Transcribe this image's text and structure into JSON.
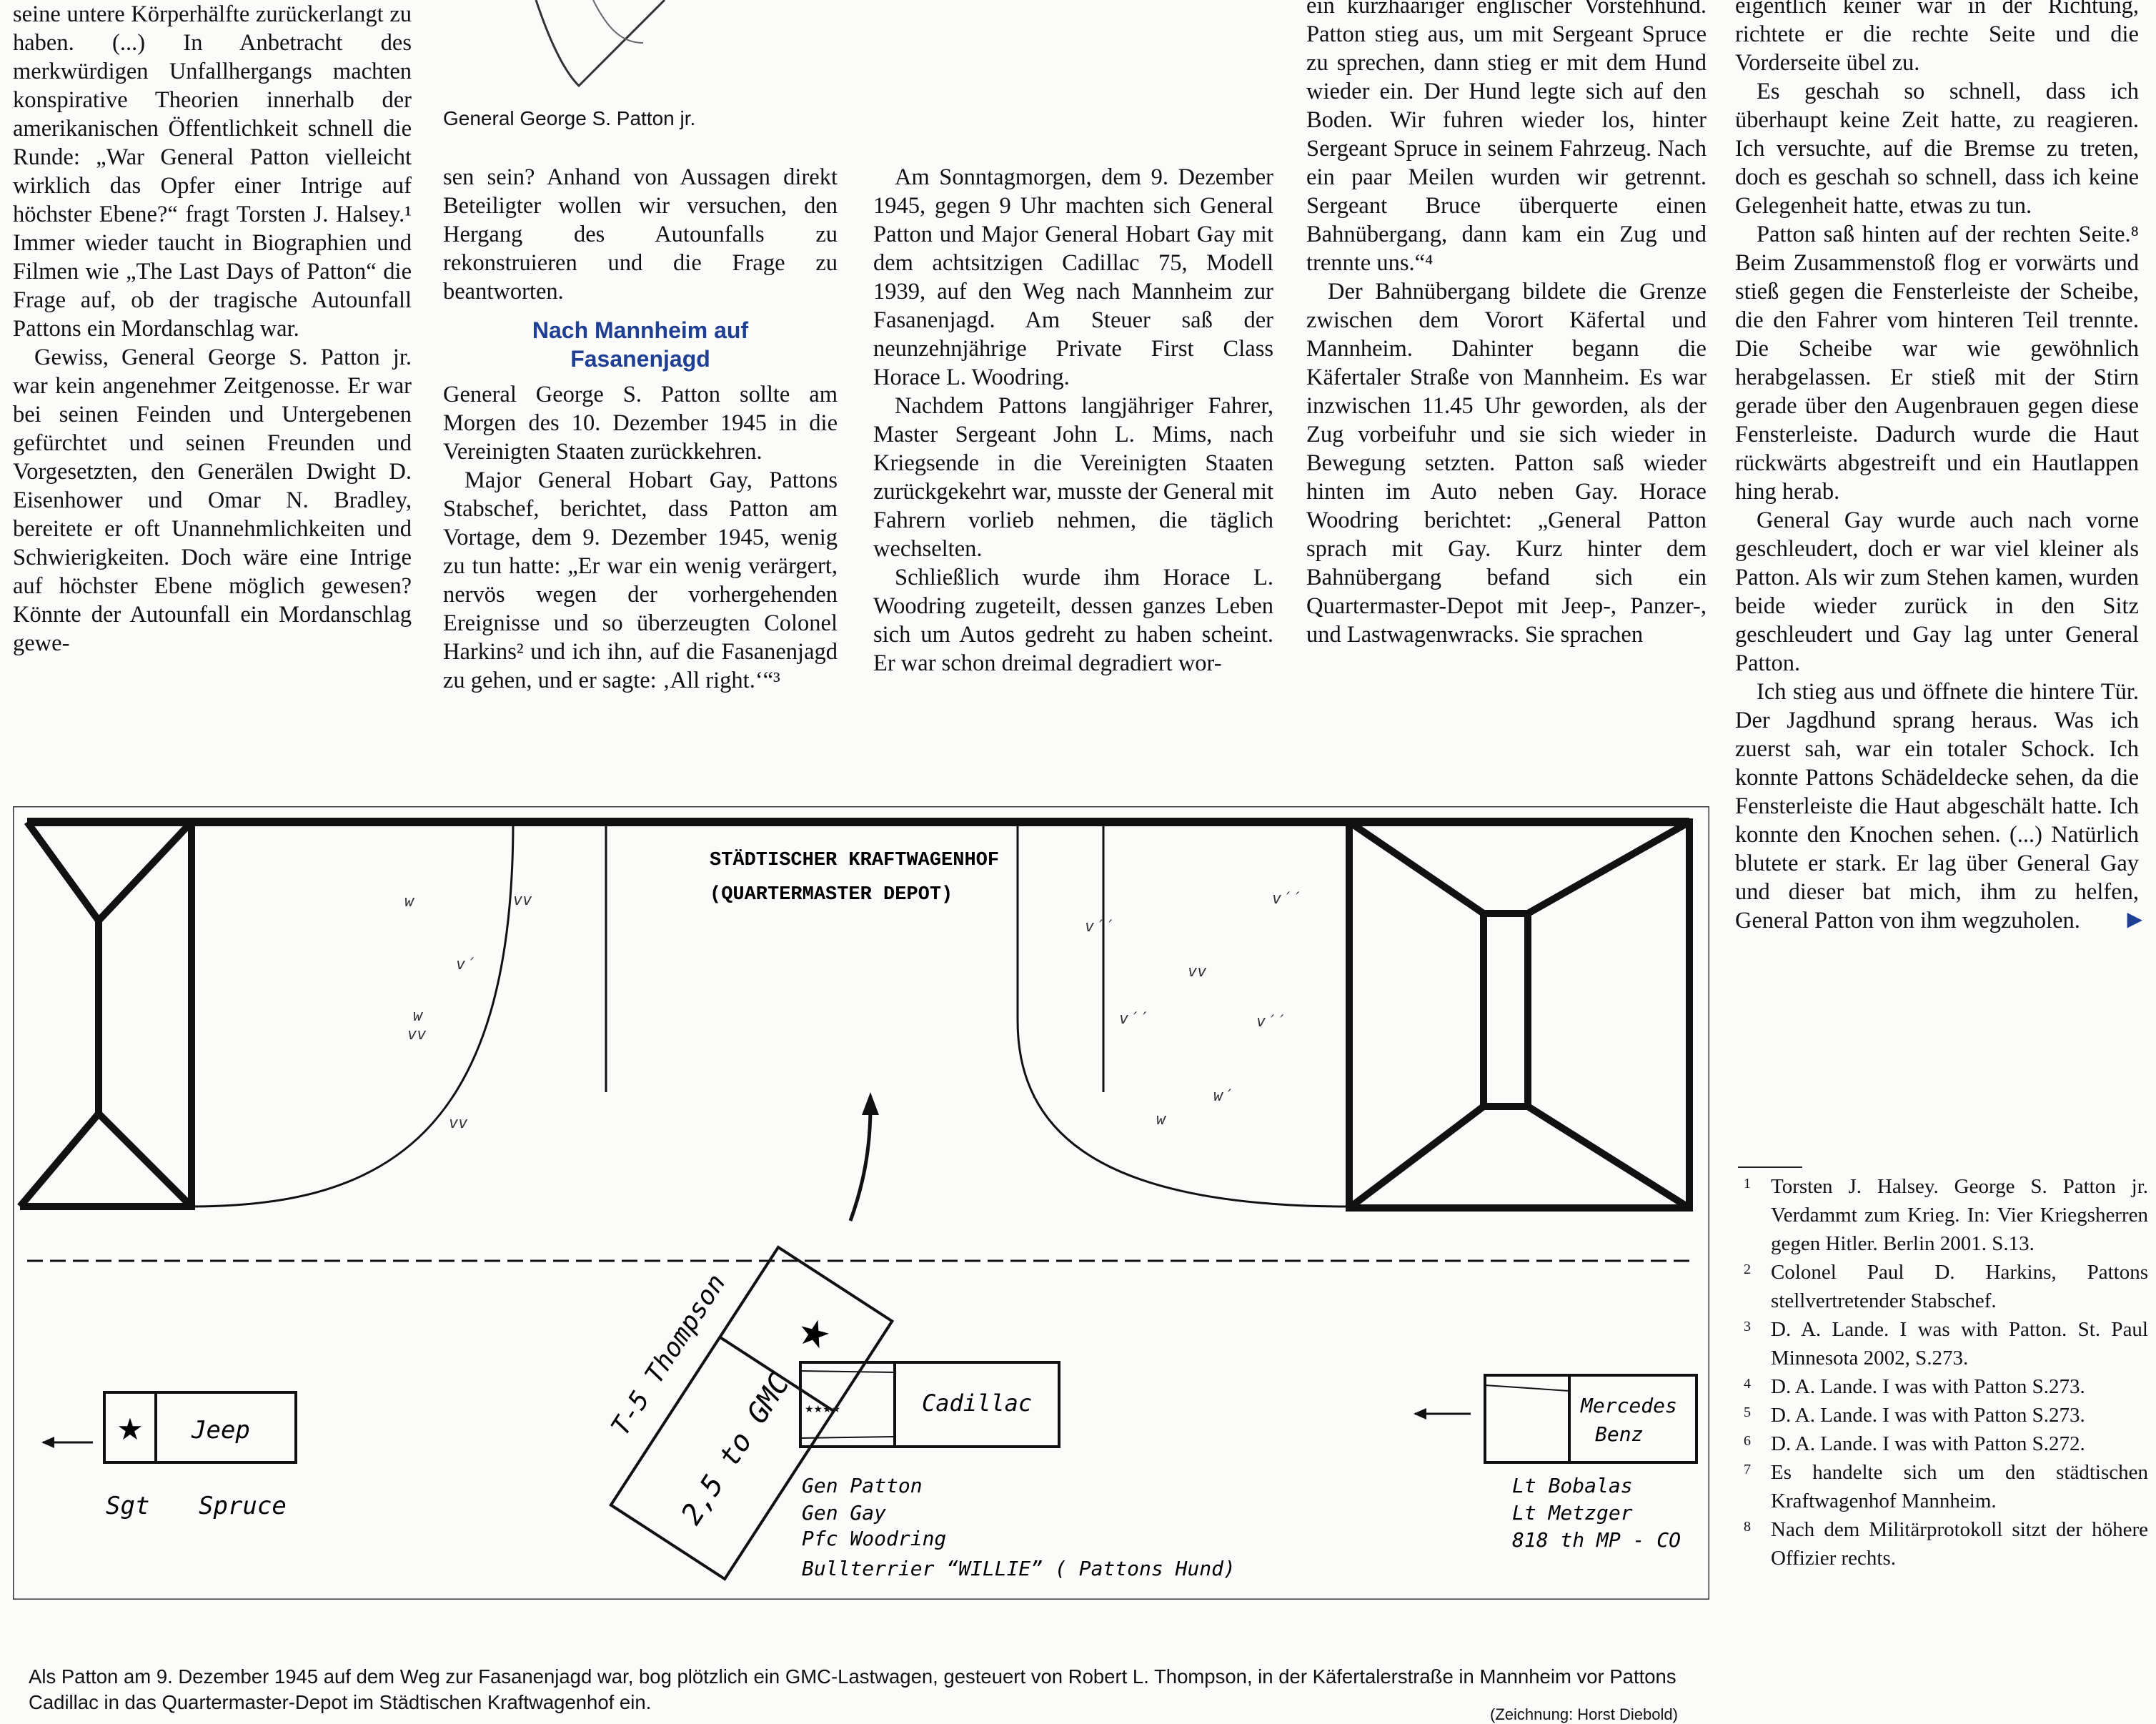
{
  "photo_caption": "General George S. Patton jr.",
  "column1": {
    "paragraphs": [
      "seine untere Körperhälfte zurückerlangt zu haben. (...) In Anbetracht des merkwürdigen Unfallhergangs machten konspirative Theorien innerhalb der amerikanischen Öffentlichkeit schnell die Runde: „War General Patton vielleicht wirklich das Opfer einer Intrige auf höchster Ebene?“ fragt Torsten J. Halsey.¹ Immer wieder taucht in Biographien und Filmen wie „The Last Days of Patton“ die Frage auf, ob der tragische Autounfall Pattons ein Mordanschlag war.",
      "Gewiss, General George S. Patton jr. war kein angenehmer Zeitgenosse. Er war bei seinen Feinden und Untergebenen gefürchtet und seinen Freunden und Vorgesetzten, den Generälen Dwight D. Eisenhower und Omar N. Bradley, bereitete er oft Unannehmlichkeiten und Schwierigkeiten. Doch wäre eine Intrige auf höchster Ebene möglich gewesen? Könnte der Autounfall ein Mordanschlag gewe-"
    ]
  },
  "column2": {
    "paragraphs": [
      "sen sein? Anhand von Aussagen direkt Beteiligter wollen wir versuchen, den Hergang des Autounfalls zu rekonstruieren und die Frage zu beantworten."
    ],
    "subheading": "Nach Mannheim auf Fasanenjagd",
    "paragraphs_after": [
      "General George S. Patton sollte am Morgen des 10. Dezember 1945 in die Vereinigten Staaten zurückkehren.",
      "Major General Hobart Gay, Pattons Stabschef, berichtet, dass Patton am Vortage, dem 9. Dezember 1945, wenig zu tun hatte: „Er war ein wenig verärgert, nervös wegen der vorhergehenden Ereignisse und so überzeugten Colonel Harkins² und ich ihn, auf die Fasanenjagd zu gehen, und er sagte: ‚All right.‘“³"
    ]
  },
  "column3": {
    "paragraphs": [
      "Am Sonntagmorgen, dem 9. Dezember 1945, gegen 9 Uhr machten sich General Patton und Major General Hobart Gay mit dem achtsitzigen Cadillac 75, Modell 1939, auf den Weg nach Mannheim zur Fasanenjagd. Am Steuer saß der neunzehnjährige Private First Class Horace L. Woodring.",
      "Nachdem Pattons langjähriger Fahrer, Master Sergeant John L. Mims, nach Kriegsende in die Vereinigten Staaten zurückgekehrt war, musste der General mit Fahrern vorlieb nehmen, die täglich wechselten.",
      "Schließlich wurde ihm Horace L. Woodring zugeteilt, dessen ganzes Leben sich um Autos gedreht zu haben scheint. Er war schon dreimal degradiert wor-"
    ]
  },
  "column4": {
    "paragraphs": [
      "ein kurzhaariger englischer Vorstehhund. Patton stieg aus, um mit Sergeant Spruce zu sprechen, dann stieg er mit dem Hund wieder ein. Der Hund legte sich auf den Boden. Wir fuhren wieder los, hinter Sergeant Spruce in seinem Fahrzeug. Nach ein paar Meilen wurden wir getrennt. Sergeant Bruce überquerte einen Bahnübergang, dann kam ein Zug und trennte uns.“⁴",
      "Der Bahnübergang bildete die Grenze zwischen dem Vorort Käfertal und Mannheim. Dahinter begann die Käfertaler Straße von Mannheim. Es war inzwischen 11.45 Uhr geworden, als der Zug vorbeifuhr und sie sich wieder in Bewegung setzten. Patton saß wieder hinten im Auto neben Gay. Horace Woodring berichtet: „General Patton sprach mit Gay. Kurz hinter dem Bahnübergang befand sich ein Quartermaster-Depot mit Jeep-, Panzer-, und Lastwagenwracks. Sie sprachen"
    ]
  },
  "column5": {
    "paragraphs": [
      "eigentlich keiner war in der Richtung, richtete er die rechte Seite und die Vorderseite übel zu.",
      "Es geschah so schnell, dass ich überhaupt keine Zeit hatte, zu reagieren. Ich versuchte, auf die Bremse zu treten, doch es geschah so schnell, dass ich keine Gelegenheit hatte, etwas zu tun.",
      "Patton saß hinten auf der rechten Seite.⁸ Beim Zusammenstoß flog er vorwärts und stieß gegen die Fensterleiste der Scheibe, die den Fahrer vom hinteren Teil trennte. Die Scheibe war wie gewöhnlich herabgelassen. Er stieß mit der Stirn gerade über den Augenbrauen gegen diese Fensterleiste. Dadurch wurde die Haut rückwärts abgestreift und ein Hautlappen hing herab.",
      "General Gay wurde auch nach vorne geschleudert, doch er war viel kleiner als Patton. Als wir zum Stehen kamen, wurden beide wieder zurück in den Sitz geschleudert und Gay lag unter General Patton.",
      "Ich stieg aus und öffnete die hintere Tür. Der Jagdhund sprang heraus. Was ich zuerst sah, war ein totaler Schock. Ich konnte Pattons Schädeldecke sehen, da die Fensterleiste die Haut abgeschält hatte. Ich konnte den Knochen sehen. (...) Natürlich blutete er stark. Er lag über General Gay und dieser bat mich, ihm zu helfen, General Patton von ihm wegzuholen."
    ],
    "continue_marker": "▶"
  },
  "footnotes": [
    {
      "n": "1",
      "text": "Torsten J. Halsey. George S. Patton jr. Verdammt zum Krieg. In: Vier Kriegsherren gegen Hitler. Berlin 2001. S.13."
    },
    {
      "n": "2",
      "text": "Colonel Paul D. Harkins, Pattons stellvertretender Stabschef."
    },
    {
      "n": "3",
      "text": "D. A. Lande. I was with Patton. St. Paul Minnesota 2002, S.273."
    },
    {
      "n": "4",
      "text": "D. A. Lande. I was with Patton S.273."
    },
    {
      "n": "5",
      "text": "D. A. Lande. I was with Patton S.273."
    },
    {
      "n": "6",
      "text": "D. A. Lande. I was with Patton S.272."
    },
    {
      "n": "7",
      "text": "Es handelte sich um den städtischen Kraftwagenhof Mannheim."
    },
    {
      "n": "8",
      "text": "Nach dem Militärprotokoll sitzt der höhere Offizier rechts."
    }
  ],
  "diagram": {
    "depot_label_1": "STÄDTISCHER KRAFTWAGENHOF",
    "depot_label_2": "(QUARTERMASTER DEPOT)",
    "grass_marks": [
      "w",
      "vv",
      "v′",
      "vv",
      "v′′",
      "v′′",
      "vv",
      "v′′",
      "w′",
      "v′′",
      "w",
      "vv",
      "w"
    ],
    "truck_driver": "T-5 Thompson",
    "truck_label": "2,5 to GMC",
    "cadillac_label": "Cadillac",
    "jeep_label": "Jeep",
    "jeep_crew": [
      "Sgt",
      "Spruce"
    ],
    "mercedes_label_1": "Mercedes",
    "mercedes_label_2": "Benz",
    "cadillac_occupants": [
      "Gen   Patton",
      "Gen   Gay",
      "Pfc   Woodring",
      "Bullterrier  “WILLIE” ( Pattons Hund)"
    ],
    "mercedes_occupants": [
      "Lt  Bobalas",
      "Lt  Metzger",
      "818 th MP - CO"
    ]
  },
  "diagram_caption": "Als Patton am 9. Dezember 1945 auf dem Weg zur Fasanenjagd war, bog plötzlich ein GMC-Lastwagen, gesteuert von Robert L. Thompson, in der Käfertalerstraße in Mannheim vor Pattons Cadillac in das Quartermaster-Depot im Städtischen Kraftwagenhof ein.",
  "diagram_credit": "(Zeichnung: Horst Diebold)"
}
